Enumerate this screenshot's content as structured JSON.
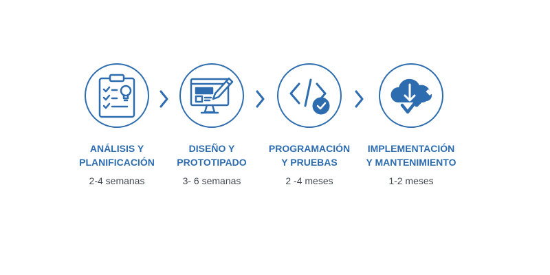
{
  "colors": {
    "accent": "#2d6cae",
    "text": "#444a52"
  },
  "steps": [
    {
      "title": "ANÁLISIS Y\nPLANIFICACIÓN",
      "duration": "2-4 semanas",
      "icon": "clipboard-checklist-icon"
    },
    {
      "title": "DISEÑO Y\nPROTOTIPADO",
      "duration": "3- 6 semanas",
      "icon": "monitor-design-pencil-icon"
    },
    {
      "title": "PROGRAMACIÓN\nY PRUEBAS",
      "duration": "2 -4 meses",
      "icon": "code-check-icon"
    },
    {
      "title": "IMPLEMENTACIÓN\nY MANTENIMIENTO",
      "duration": "1-2 meses",
      "icon": "cloud-wrench-icon"
    }
  ]
}
